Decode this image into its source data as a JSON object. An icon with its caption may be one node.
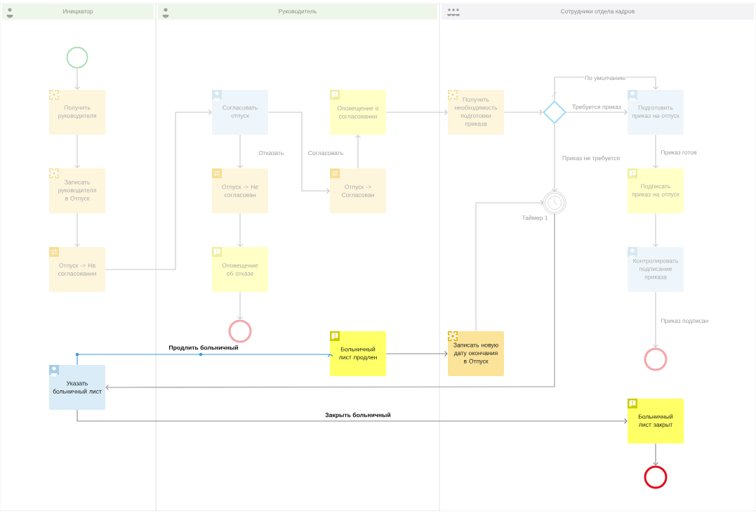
{
  "diagram": {
    "nodes": [
      {
        "text": [
          "Инициатор"
        ]
      },
      {
        "text": [
          "Руководитель"
        ]
      },
      {
        "text": [
          "Сотрудники отдела кадров"
        ]
      },
      {
        "text": [],
        "shape": "circle",
        "in": 0
      },
      {
        "text": [
          "Получить руководителя"
        ],
        "in": 0
      },
      {
        "text": [
          "Записать руководителя в Отпуск"
        ],
        "in": 0
      },
      {
        "text": [
          "Отпуск -> На согласовании"
        ],
        "in": 0
      },
      {
        "text": [
          "Согласовать отпуск"
        ],
        "in": 1
      },
      {
        "text": [
          "Оповещение о согласовании"
        ],
        "in": 1
      },
      {
        "text": [
          "Отпуск -> Не согласован"
        ],
        "in": 1
      },
      {
        "text": [
          "Отпуск -> Согласован"
        ],
        "in": 1
      },
      {
        "text": [
          "Оповещение об отказе"
        ],
        "in": 1
      },
      {
        "text": [],
        "shape": "circle",
        "in": 1
      },
      {
        "text": [
          "Получить необходимость подготовки приказа"
        ],
        "in": 2
      },
      {
        "text": [],
        "shape": "diamond",
        "in": 2
      },
      {
        "text": [
          "Подготовить приказ на отпуск"
        ],
        "in": 2
      },
      {
        "text": [],
        "shape": "circle",
        "beside": [
          "Таймер 1"
        ],
        "in": 2
      },
      {
        "text": [
          "Подписать приказ на отпуск"
        ],
        "in": 2
      },
      {
        "text": [
          "Контролировать подписание приказа"
        ],
        "in": 2
      },
      {
        "text": [],
        "shape": "circle",
        "in": 2
      },
      {
        "text": [
          "Указать больничный лист"
        ],
        "in": 0
      },
      {
        "text": [
          "Больничный лист продлен"
        ],
        "in": 1
      },
      {
        "text": [
          "Записать новую дату окончания в Отпуск"
        ],
        "in": 2
      },
      {
        "text": [
          "Больничный лист закрыт"
        ],
        "in": 2
      },
      {
        "text": [],
        "shape": "circle",
        "in": 2
      }
    ],
    "edges": [
      {
        "from": 3,
        "to": 4,
        "arrow": "to"
      },
      {
        "from": 4,
        "to": 5,
        "arrow": "to"
      },
      {
        "from": 5,
        "to": 6,
        "arrow": "to"
      },
      {
        "from": 6,
        "to": 7,
        "arrow": "to"
      },
      {
        "from": 7,
        "to": 9,
        "arrow": "to",
        "label": "Отказать"
      },
      {
        "from": 7,
        "to": 10,
        "arrow": "to",
        "label": "Согласовать"
      },
      {
        "from": 10,
        "to": 8,
        "arrow": "to"
      },
      {
        "from": 8,
        "to": 13,
        "arrow": "to"
      },
      {
        "from": 13,
        "to": 14,
        "arrow": "to"
      },
      {
        "from": 14,
        "to": 15,
        "arrow": "to",
        "label": "Требуется приказ"
      },
      {
        "from": 14,
        "to": 15,
        "arrow": "to",
        "label": "По умолчанию"
      },
      {
        "from": 14,
        "to": 16,
        "arrow": "to",
        "label": "Приказ не требуется"
      },
      {
        "from": 15,
        "to": 17,
        "arrow": "to",
        "label": "Приказ готов"
      },
      {
        "from": 17,
        "to": 18,
        "arrow": "to"
      },
      {
        "from": 18,
        "to": 19,
        "arrow": "to",
        "label": "Приказ подписан"
      },
      {
        "from": 9,
        "to": 11,
        "arrow": "to"
      },
      {
        "from": 11,
        "to": 12,
        "arrow": "to"
      },
      {
        "from": 20,
        "to": 21,
        "arrow": "to",
        "label": "Продлить больничный",
        "color": "#3a9ad9"
      },
      {
        "from": 21,
        "to": 22,
        "arrow": "to",
        "color": "#888888"
      },
      {
        "from": 22,
        "to": 16,
        "arrow": "to"
      },
      {
        "from": 16,
        "to": 20,
        "arrow": "to",
        "color": "#999999"
      },
      {
        "from": 20,
        "to": 23,
        "arrow": "to",
        "label": "Закрыть больничный",
        "color": "#888888"
      },
      {
        "from": 23,
        "to": 24,
        "arrow": "to",
        "color": "#888888"
      }
    ]
  }
}
